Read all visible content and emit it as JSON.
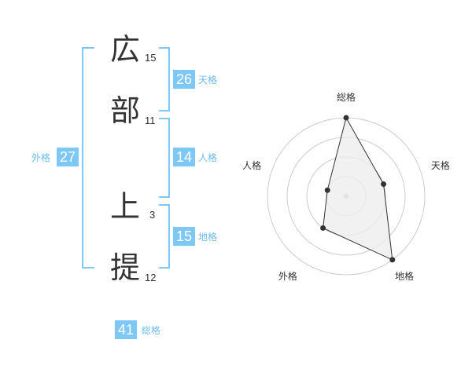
{
  "name": {
    "chars": [
      {
        "char": "広",
        "strokes": "15"
      },
      {
        "char": "部",
        "strokes": "11"
      },
      {
        "char": "上",
        "strokes": "3"
      },
      {
        "char": "提",
        "strokes": "12"
      }
    ]
  },
  "kaku": {
    "tenkaku": {
      "value": "26",
      "label": "天格"
    },
    "jinkaku": {
      "value": "14",
      "label": "人格"
    },
    "chikaku": {
      "value": "15",
      "label": "地格"
    },
    "gaikaku": {
      "value": "27",
      "label": "外格"
    },
    "soukaku": {
      "value": "41",
      "label": "総格"
    }
  },
  "chart_data": {
    "type": "radar",
    "axes": [
      "総格",
      "天格",
      "地格",
      "外格",
      "人格"
    ],
    "values": [
      4,
      2,
      4,
      2,
      1
    ],
    "max": 4,
    "rings": 4,
    "colors": {
      "fill": "#eeeeee",
      "line": "#333333",
      "grid": "#cccccc",
      "accent": "#7ec8f5"
    }
  }
}
